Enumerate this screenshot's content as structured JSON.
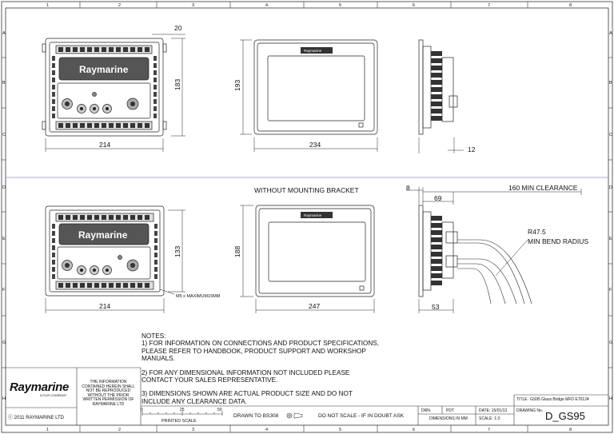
{
  "grid": {
    "columns": [
      "1",
      "2",
      "3",
      "4",
      "5",
      "6",
      "7",
      "8"
    ],
    "rows": [
      "A",
      "B",
      "C",
      "D",
      "E",
      "F",
      "G",
      "H"
    ]
  },
  "views": {
    "top": {
      "dim_top": "20",
      "dim_left_height": "183",
      "dim_bottom_width": "214",
      "front_height": "193",
      "front_width": "234",
      "side_depth": "12",
      "brand": "Raymarine"
    },
    "bottom": {
      "section_label": "WITHOUT MOUNTING BRACKET",
      "dim_8": "8",
      "dim_69": "69",
      "clearance": "160 MIN CLEARANCE",
      "rear_height": "133",
      "rear_width": "214",
      "screw_note": "M5 x MAXIMUM15MM",
      "front_height": "188",
      "front_width": "247",
      "side_depth": "53",
      "bend_radius": "R47.5",
      "bend_label": "MIN BEND RADIUS",
      "brand": "Raymarine"
    }
  },
  "notes": {
    "heading": "NOTES:",
    "items": [
      "1) FOR INFORMATION ON CONNECTIONS AND PRODUCT SPECIFICATIONS, PLEASE REFER TO HANDBOOK, PRODUCT SUPPORT AND WORKSHOP MANUALS.",
      "2) FOR ANY DIMENSIONAL INFORMATION NOT INCLUDED PLEASE CONTACT YOUR SALES REPRESENTATIVE.",
      "3) DIMENSIONS SHOWN ARE ACTUAL PRODUCT SIZE AND DO NOT INCLUDE ANY CLEARANCE DATA."
    ]
  },
  "title_block": {
    "company": "Raymarine",
    "company_sub": "A FLIR COMPANY",
    "disclaimer": "THE INFORMATION CONTAINED HEREIN SHALL NOT BE REPRODUCED WITHOUT THE PRIOR WRITTEN PERMISSION OF RAYMARINE LTD",
    "copyright": "ⓒ 2011 RAYMARINE LTD",
    "scale_ticks": [
      "0",
      "25",
      "50"
    ],
    "printed_scale": "PRINTED SCALE",
    "drawn_to": "DRAWN TO BS308",
    "do_not_scale": "DO NOT SCALE - IF IN DOUBT ASK",
    "drn_label": "DRN.",
    "drn_value": "PDT",
    "date_label": "DATE: 15/01/13",
    "dimensions": "DIMENSIONS IN MM",
    "scale": "SCALE:  1:3",
    "title_label": "TITLE",
    "title_value": "GS95 Glass Bridge MFD E70124",
    "drawing_no_label": "DRAWING No.",
    "drawing_no": "D_GS95"
  }
}
